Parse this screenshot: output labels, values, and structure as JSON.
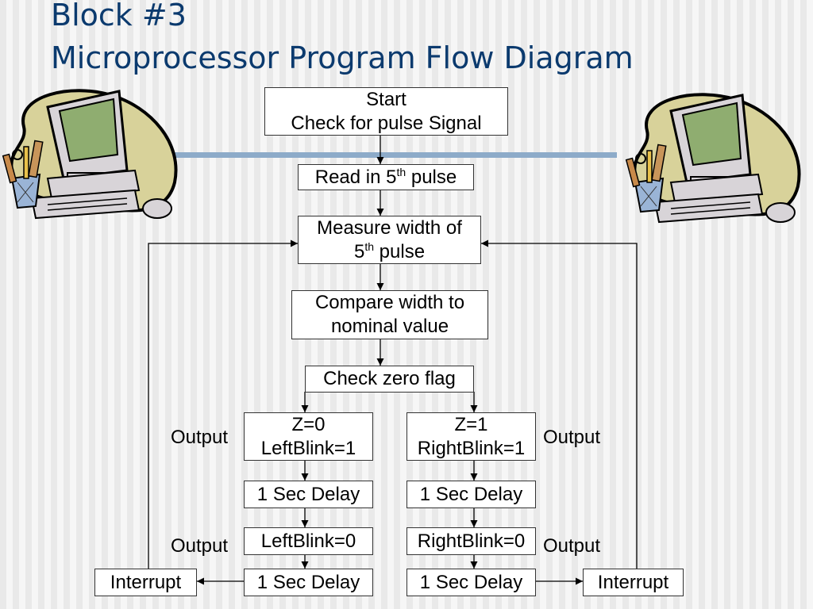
{
  "title": {
    "line1": "Block #3",
    "line2": "Microprocessor Program Flow Diagram"
  },
  "colors": {
    "title": "#0b3a6e",
    "accent_bar": "#8dabc9",
    "box_border": "#333333",
    "box_fill": "#ffffff"
  },
  "flow": {
    "start": {
      "line1": "Start",
      "line2": "Check for pulse Signal"
    },
    "read": {
      "pre": "Read in 5",
      "sup": "th",
      "post": " pulse"
    },
    "measure": {
      "line1": "Measure width of",
      "line2_pre": "5",
      "line2_sup": "th",
      "line2_post": " pulse"
    },
    "compare": {
      "line1": "Compare width to",
      "line2": "nominal value"
    },
    "check_zero": "Check zero flag",
    "left_branch": {
      "condition": {
        "line1": "Z=0",
        "line2": "LeftBlink=1"
      },
      "delay1": "1 Sec Delay",
      "reset": "LeftBlink=0",
      "delay2": "1 Sec Delay",
      "interrupt": "Interrupt",
      "output_label_1": "Output",
      "output_label_2": "Output"
    },
    "right_branch": {
      "condition": {
        "line1": "Z=1",
        "line2": "RightBlink=1"
      },
      "delay1": "1 Sec Delay",
      "reset": "RightBlink=0",
      "delay2": "1 Sec Delay",
      "interrupt": "Interrupt",
      "output_label_1": "Output",
      "output_label_2": "Output"
    }
  },
  "clipart": {
    "left": "computer-clipart",
    "right": "computer-clipart"
  }
}
